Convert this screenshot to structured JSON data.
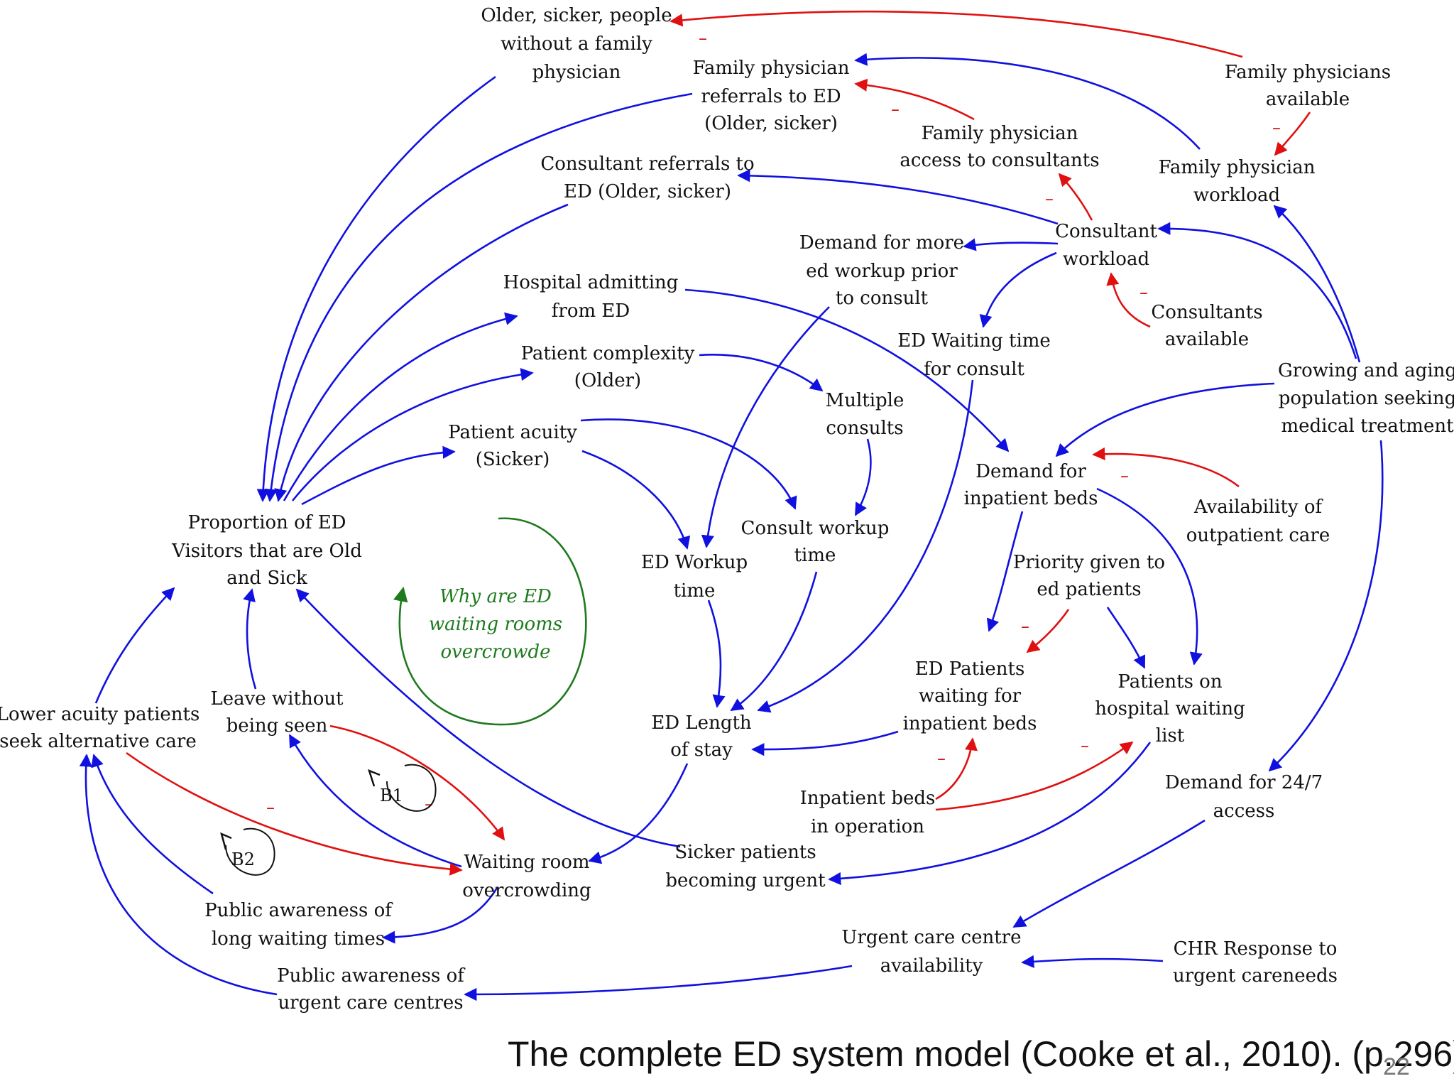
{
  "colors": {
    "positive": "#1010e0",
    "negative": "#e01010",
    "loop": "#1e7a1e",
    "text": "#111111"
  },
  "nodes": {
    "older_sicker": [
      "Older, sicker, people",
      "without a family",
      "physician"
    ],
    "fp_referrals": [
      "Family physician",
      "referrals to ED",
      "(Older, sicker)"
    ],
    "fp_available": [
      "Family physicians",
      "available"
    ],
    "fp_access_consultants": [
      "Family physician",
      "access to consultants"
    ],
    "fp_workload": [
      "Family physician",
      "workload"
    ],
    "consultant_referrals": [
      "Consultant referrals to",
      "ED (Older, sicker)"
    ],
    "consultant_workload": [
      "Consultant",
      "workload"
    ],
    "demand_more_workup": [
      "Demand for more",
      "ed workup prior",
      "to consult"
    ],
    "consultants_available": [
      "Consultants",
      "available"
    ],
    "hospital_admitting": [
      "Hospital admitting",
      "from ED"
    ],
    "ed_waiting_consult": [
      "ED Waiting time",
      "for consult"
    ],
    "patient_complexity": [
      "Patient complexity",
      "(Older)"
    ],
    "multiple_consults": [
      "Multiple",
      "consults"
    ],
    "growing_population": [
      "Growing and aging",
      "population seeking",
      "medical treatment"
    ],
    "patient_acuity": [
      "Patient acuity",
      "(Sicker)"
    ],
    "demand_inpatient_beds": [
      "Demand for",
      "inpatient beds"
    ],
    "proportion_old_sick": [
      "Proportion of ED",
      "Visitors that are Old",
      "and Sick"
    ],
    "ed_workup_time": [
      "ED Workup",
      "time"
    ],
    "consult_workup_time": [
      "Consult workup",
      "time"
    ],
    "availability_outpatient": [
      "Availability of",
      "outpatient care"
    ],
    "priority_ed_patients": [
      "Priority given to",
      "ed patients"
    ],
    "ed_patients_waiting_beds": [
      "ED Patients",
      "waiting for",
      "inpatient beds"
    ],
    "patients_hospital_list": [
      "Patients on",
      "hospital waiting",
      "list"
    ],
    "lower_acuity": [
      "Lower acuity patients",
      "seek alternative care"
    ],
    "leave_without_seen": [
      "Leave without",
      "being seen"
    ],
    "ed_length_stay": [
      "ED Length",
      "of stay"
    ],
    "demand_24_7": [
      "Demand for 24/7",
      "access"
    ],
    "inpatient_beds_operation": [
      "Inpatient beds",
      "in operation"
    ],
    "waiting_room_overcrowding": [
      "Waiting room",
      "overcrowding"
    ],
    "sicker_urgent": [
      "Sicker patients",
      "becoming urgent"
    ],
    "public_awareness_waiting": [
      "Public awareness of",
      "long waiting times"
    ],
    "urgent_care_availability": [
      "Urgent care centre",
      "availability"
    ],
    "chr_response": [
      "CHR Response to",
      "urgent careneeds"
    ],
    "public_awareness_urgent": [
      "Public awareness of",
      "urgent care centres"
    ]
  },
  "center_loop_label": [
    "Why are ED",
    "waiting rooms",
    "overcrowde"
  ],
  "loops": {
    "b1": "B1",
    "b2": "B2"
  },
  "negative_sign": "–",
  "caption": "The complete ED system model (Cooke et al., 2010). (p.296)",
  "page_number": "22"
}
